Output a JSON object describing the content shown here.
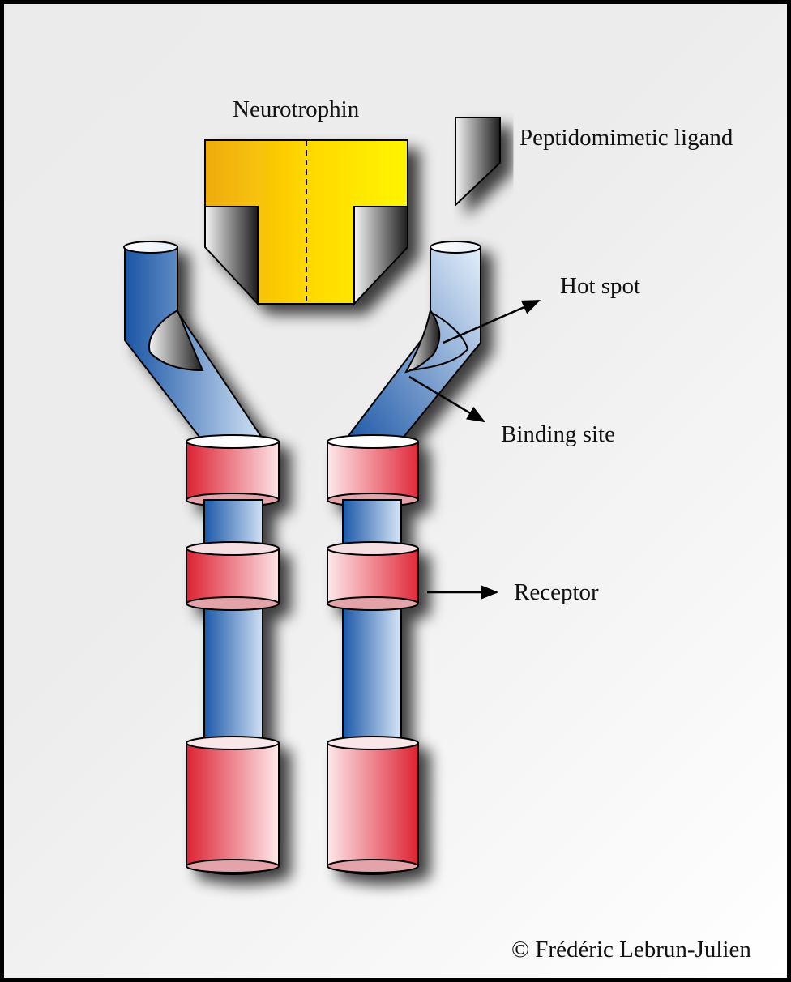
{
  "labels": {
    "neurotrophin": "Neurotrophin",
    "peptidomimetic_ligand": "Peptidomimetic ligand",
    "hot_spot": "Hot spot",
    "binding_site": "Binding site",
    "receptor": "Receptor"
  },
  "credit": "© Frédéric Lebrun-Julien",
  "colors": {
    "receptor_blue": "#1f5fae",
    "receptor_blue_light": "#c9dcf2",
    "receptor_red": "#e0293a",
    "receptor_red_light": "#fde6e8",
    "neurotrophin_orange": "#f0b010",
    "neurotrophin_yellow": "#fff200",
    "ligand_dark": "#222222",
    "ligand_light": "#f2f2f2"
  },
  "icons": [
    "arrow-icon"
  ]
}
